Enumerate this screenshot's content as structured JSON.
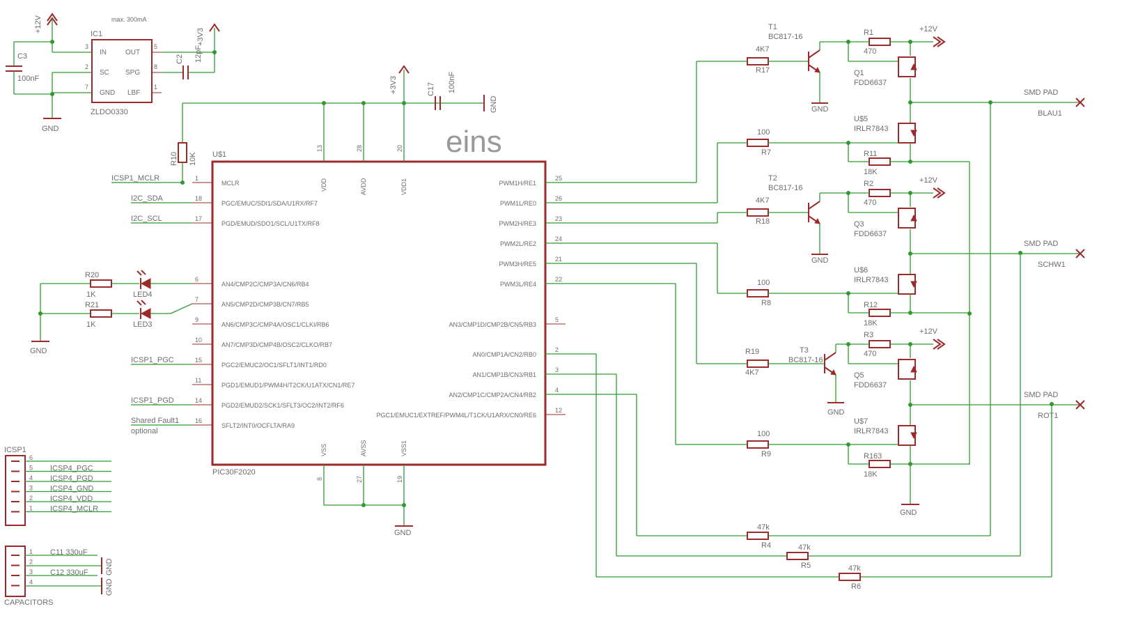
{
  "title": "eins",
  "ic1": {
    "ref": "IC1",
    "value": "ZLDO0330",
    "note": "max. 300mA",
    "pins": {
      "in": "IN",
      "sc": "SC",
      "gnd": "GND",
      "out": "OUT",
      "spg": "SPG",
      "lbf": "LBF"
    },
    "pnum": {
      "in": "3",
      "sc": "2",
      "gnd": "7",
      "out": "5",
      "spg": "8",
      "lbf": "1"
    }
  },
  "c3": {
    "ref": "C3",
    "value": "100nF"
  },
  "c2": {
    "ref": "C2",
    "value": "12pF"
  },
  "c17": {
    "ref": "C17",
    "value": "100nF"
  },
  "r10": {
    "ref": "R10",
    "value": "10K"
  },
  "mcu": {
    "ref": "U$1",
    "value": "PIC30F2020",
    "top": [
      {
        "name": "VDD",
        "num": "13"
      },
      {
        "name": "AVDD",
        "num": "28"
      },
      {
        "name": "VDD1",
        "num": "20"
      }
    ],
    "bottom": [
      {
        "name": "VSS",
        "num": "8"
      },
      {
        "name": "AVSS",
        "num": "27"
      },
      {
        "name": "VSS1",
        "num": "19"
      }
    ],
    "left": [
      {
        "name": "MCLR",
        "num": "1"
      },
      {
        "name": "PGC/EMUC/SDI1/SDA/U1RX/RF7",
        "num": "18"
      },
      {
        "name": "PGD/EMUD/SDO1/SCL/U1TX/RF8",
        "num": "17"
      },
      {
        "name": "AN4/CMP2C/CMP3A/CN6/RB4",
        "num": "6"
      },
      {
        "name": "AN5/CMP2D/CMP3B/CN7/RB5",
        "num": "7"
      },
      {
        "name": "AN6/CMP3C/CMP4A/OSC1/CLKI/RB6",
        "num": "9"
      },
      {
        "name": "AN7/CMP3D/CMP4B/OSC2/CLKO/RB7",
        "num": "10"
      },
      {
        "name": "PGC2/EMUC2/OC1/SFLT1/INT1/RD0",
        "num": "15"
      },
      {
        "name": "PGD1/EMUD1/PWM4H/T2CK/U1ATX/CN1/RE7",
        "num": "11"
      },
      {
        "name": "PGD2/EMUD2/SCK1/SFLT3/OC2/INT2/RF6",
        "num": "14"
      },
      {
        "name": "SFLT2/INT0/OCFLTA/RA9",
        "num": "16"
      }
    ],
    "right": [
      {
        "name": "PWM1H/RE1",
        "num": "25"
      },
      {
        "name": "PWM1L/RE0",
        "num": "26"
      },
      {
        "name": "PWM2H/RE3",
        "num": "23"
      },
      {
        "name": "PWM2L/RE2",
        "num": "24"
      },
      {
        "name": "PWM3H/RE5",
        "num": "21"
      },
      {
        "name": "PWM3L/RE4",
        "num": "22"
      },
      {
        "name": "AN3/CMP1D/CMP2B/CN5/RB3",
        "num": "5"
      },
      {
        "name": "AN0/CMP1A/CN2/RB0",
        "num": "2"
      },
      {
        "name": "AN1/CMP1B/CN3/RB1",
        "num": "3"
      },
      {
        "name": "AN2/CMP1C/CMP2A/CN4/RB2",
        "num": "4"
      },
      {
        "name": "PGC1/EMUC1/EXTREF/PWM4L/T1CK/U1ARX/CN0/RE6",
        "num": "12"
      }
    ]
  },
  "nets": {
    "icsp1_mclr": "ICSP1_MCLR",
    "i2c_sda": "I2C_SDA",
    "i2c_scl": "I2C_SCL",
    "icsp1_pgc": "ICSP1_PGC",
    "icsp1_pgd": "ICSP1_PGD",
    "shared_fault": "Shared Fault1",
    "optional": "optional"
  },
  "supplies": {
    "v12": "+12V",
    "v3v3": "+3V3",
    "gnd": "GND"
  },
  "leds": [
    {
      "r": "R20",
      "rv": "1K",
      "led": "LED4"
    },
    {
      "r": "R21",
      "rv": "1K",
      "led": "LED3"
    }
  ],
  "stages": [
    {
      "rb": "R17",
      "rbv": "4K7",
      "t": "T1",
      "tv": "BC817-16",
      "rp": "R1",
      "rpv": "470",
      "q": "Q1",
      "qv": "FDD6637",
      "u": "U$5",
      "uv": "IRLR7843",
      "rg": "R7",
      "rgv": "100",
      "rd": "R11",
      "rdv": "18K",
      "pad": "SMD PAD",
      "padn": "BLAU1",
      "rs": "R4",
      "rsv": "47k"
    },
    {
      "rb": "R18",
      "rbv": "4K7",
      "t": "T2",
      "tv": "BC817-16",
      "rp": "R2",
      "rpv": "470",
      "q": "Q3",
      "qv": "FDD6637",
      "u": "U$6",
      "uv": "IRLR7843",
      "rg": "R8",
      "rgv": "100",
      "rd": "R12",
      "rdv": "18K",
      "pad": "SMD PAD",
      "padn": "SCHW1",
      "rs": "R5",
      "rsv": "47k"
    },
    {
      "rb": "R19",
      "rbv": "4K7",
      "t": "T3",
      "tv": "BC817-16",
      "rp": "R3",
      "rpv": "470",
      "q": "Q5",
      "qv": "FDD6637",
      "u": "U$7",
      "uv": "IRLR7843",
      "rg": "R9",
      "rgv": "100",
      "rd": "R163",
      "rdv": "18K",
      "pad": "SMD PAD",
      "padn": "ROT1",
      "rs": "R6",
      "rsv": "47k"
    }
  ],
  "icsp": {
    "ref": "ICSP1",
    "pins": [
      {
        "num": "6",
        "net": ""
      },
      {
        "num": "5",
        "net": "ICSP4_PGC"
      },
      {
        "num": "4",
        "net": "ICSP4_PGD"
      },
      {
        "num": "3",
        "net": "ICSP4_GND"
      },
      {
        "num": "2",
        "net": "ICSP4_VDD"
      },
      {
        "num": "1",
        "net": "ICSP4_MCLR"
      }
    ]
  },
  "caps": {
    "ref": "CAPACITORS",
    "pins": [
      {
        "num": "1",
        "net": "C11 330uF"
      },
      {
        "num": "2",
        "net": ""
      },
      {
        "num": "3",
        "net": "C12 330uF"
      },
      {
        "num": "4",
        "net": ""
      }
    ]
  }
}
